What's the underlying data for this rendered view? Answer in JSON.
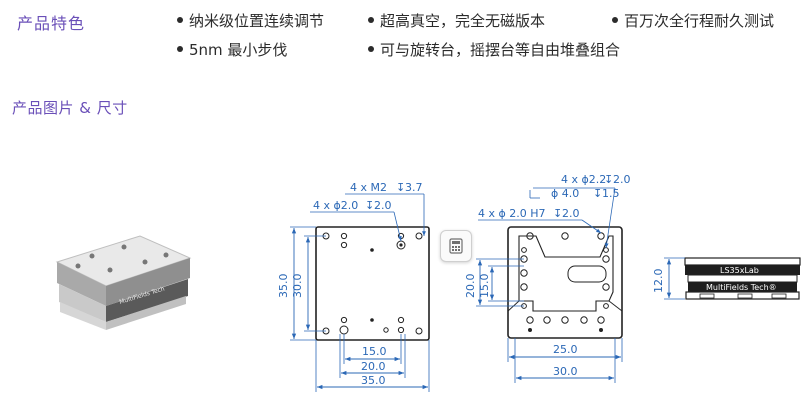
{
  "features": {
    "title": "产品特色",
    "items": [
      "纳米级位置连续调节",
      "超高真空，完全无磁版本",
      "百万次全行程耐久测试",
      "5nm 最小步伐",
      "可与旋转台，摇摆台等自由堆叠组合"
    ]
  },
  "images_section": {
    "title": "产品图片 & 尺寸"
  },
  "drawing_top": {
    "callout_thread": "4 x  M2",
    "callout_thread_depth": "3.7",
    "callout_hole": "4 x ϕ2.0",
    "callout_hole_depth": "2.0",
    "dim_height_outer": "35.0",
    "dim_height_inner": "30.0",
    "dim_width_15": "15.0",
    "dim_width_20": "20.0",
    "dim_width_35": "35.0"
  },
  "drawing_bottom": {
    "callout_cbore_1": "4 x ϕ2.2",
    "callout_cbore_1_depth": "2.0",
    "callout_cbore_2": "ϕ 4.0",
    "callout_cbore_2_depth": "1.5",
    "callout_pin": "4 x ϕ 2.0 H7",
    "callout_pin_depth": "2.0",
    "dim_height_20": "20.0",
    "dim_height_15": "15.0",
    "dim_width_25": "25.0",
    "dim_width_30": "30.0"
  },
  "drawing_side": {
    "label_top": "LS35xLab",
    "label_bottom": "MultiFields Tech®",
    "dim_height": "12.0"
  },
  "toolbar": {
    "icon": "calculator-icon"
  },
  "colors": {
    "accent": "#6a4fb8",
    "dimension": "#2b68b6",
    "outline": "#222222"
  }
}
